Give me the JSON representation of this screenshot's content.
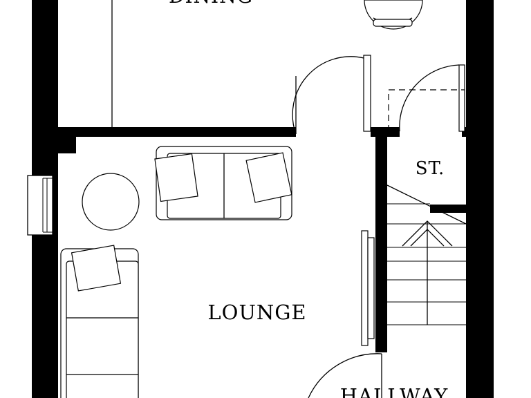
{
  "plan": {
    "rooms": {
      "dining": "DINING",
      "lounge": "LOUNGE",
      "storage": "ST.",
      "hallway": "HALLWAY"
    },
    "colors": {
      "wall": "#000000",
      "background": "#ffffff"
    }
  }
}
